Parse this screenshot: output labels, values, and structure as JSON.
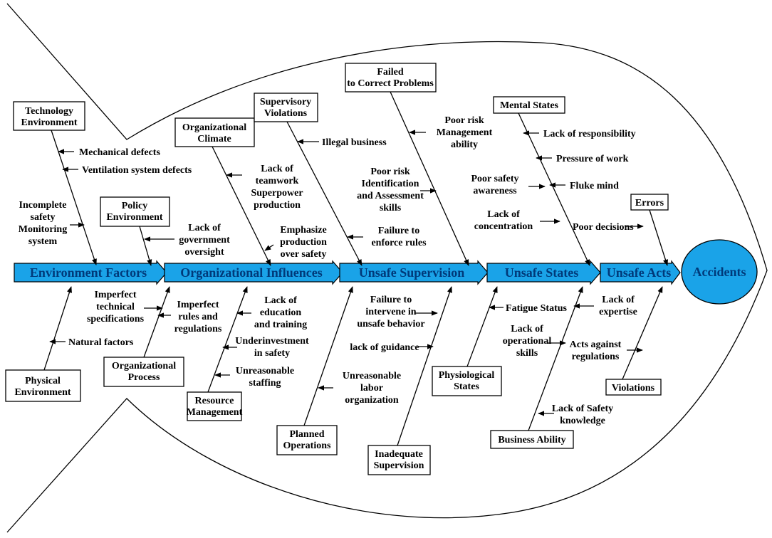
{
  "colors": {
    "spine_fill": "#1aa3e8",
    "spine_text": "#003a7a",
    "head_fill": "#1aa3e8",
    "outline": "#000000"
  },
  "spine": [
    {
      "id": "environment",
      "label": "Environment Factors"
    },
    {
      "id": "organizational",
      "label": "Organizational Influences"
    },
    {
      "id": "supervision",
      "label": "Unsafe Supervision"
    },
    {
      "id": "states",
      "label": "Unsafe States"
    },
    {
      "id": "acts",
      "label": "Unsafe Acts"
    }
  ],
  "head": {
    "label": "Accidents"
  },
  "categories": [
    {
      "id": "technology",
      "lines": [
        "Technology",
        "Environment"
      ]
    },
    {
      "id": "policy",
      "lines": [
        "Policy",
        "Environment"
      ]
    },
    {
      "id": "org-climate",
      "lines": [
        "Organizational",
        "Climate"
      ]
    },
    {
      "id": "supervisory-violations",
      "lines": [
        "Supervisory",
        "Violations"
      ]
    },
    {
      "id": "failed-correct",
      "lines": [
        "Failed",
        "to Correct Problems"
      ]
    },
    {
      "id": "mental",
      "lines": [
        "Mental States"
      ]
    },
    {
      "id": "errors",
      "lines": [
        "Errors"
      ]
    },
    {
      "id": "physical",
      "lines": [
        "Physical",
        "Environment"
      ]
    },
    {
      "id": "org-process",
      "lines": [
        "Organizational",
        "Process"
      ]
    },
    {
      "id": "resource",
      "lines": [
        "Resource",
        "Management"
      ]
    },
    {
      "id": "planned",
      "lines": [
        "Planned",
        "Operations"
      ]
    },
    {
      "id": "inadequate",
      "lines": [
        "Inadequate",
        "Supervision"
      ]
    },
    {
      "id": "physiological",
      "lines": [
        "Physiological",
        "States"
      ]
    },
    {
      "id": "business",
      "lines": [
        "Business Ability"
      ]
    },
    {
      "id": "violations",
      "lines": [
        "Violations"
      ]
    }
  ],
  "causes": [
    {
      "id": "mechanical",
      "lines": [
        "Mechanical defects"
      ]
    },
    {
      "id": "ventilation",
      "lines": [
        "Ventilation system defects"
      ]
    },
    {
      "id": "monitoring",
      "lines": [
        "Incomplete",
        "safety",
        "Monitoring",
        "system"
      ]
    },
    {
      "id": "oversight",
      "lines": [
        "Lack of",
        "government",
        "oversight"
      ]
    },
    {
      "id": "teamwork",
      "lines": [
        "Lack of",
        "teamwork",
        "Superpower",
        "production"
      ]
    },
    {
      "id": "emphasize",
      "lines": [
        "Emphasize",
        "production",
        "over safety"
      ]
    },
    {
      "id": "illegal",
      "lines": [
        "Illegal business"
      ]
    },
    {
      "id": "poor-risk-mgmt",
      "lines": [
        "Poor risk",
        "Management",
        "ability"
      ]
    },
    {
      "id": "poor-risk-id",
      "lines": [
        "Poor risk",
        "Identification",
        "and Assessment",
        "skills"
      ]
    },
    {
      "id": "enforce",
      "lines": [
        "Failure to",
        "enforce rules"
      ]
    },
    {
      "id": "responsibility",
      "lines": [
        "Lack of responsibility"
      ]
    },
    {
      "id": "pressure",
      "lines": [
        "Pressure of work"
      ]
    },
    {
      "id": "awareness",
      "lines": [
        "Poor safety",
        "awareness"
      ]
    },
    {
      "id": "fluke",
      "lines": [
        "Fluke mind"
      ]
    },
    {
      "id": "concentration",
      "lines": [
        "Lack of",
        "concentration"
      ]
    },
    {
      "id": "decisions",
      "lines": [
        "Poor decisions"
      ]
    },
    {
      "id": "specifications",
      "lines": [
        "Imperfect",
        "technical",
        "specifications"
      ]
    },
    {
      "id": "natural",
      "lines": [
        "Natural factors"
      ]
    },
    {
      "id": "rules-regs",
      "lines": [
        "Imperfect",
        "rules and",
        "regulations"
      ]
    },
    {
      "id": "education",
      "lines": [
        "Lack of",
        "education",
        "and training"
      ]
    },
    {
      "id": "underinvestment",
      "lines": [
        "Underinvestment",
        "in safety"
      ]
    },
    {
      "id": "staffing",
      "lines": [
        "Unreasonable",
        "staffing"
      ]
    },
    {
      "id": "intervene",
      "lines": [
        "Failure to",
        "intervene in",
        "unsafe behavior"
      ]
    },
    {
      "id": "guidance",
      "lines": [
        "lack of guidance"
      ]
    },
    {
      "id": "labor",
      "lines": [
        "Unreasonable",
        "labor",
        "organization"
      ]
    },
    {
      "id": "fatigue",
      "lines": [
        "Fatigue Status"
      ]
    },
    {
      "id": "operational",
      "lines": [
        "Lack of",
        "operational",
        "skills"
      ]
    },
    {
      "id": "expertise",
      "lines": [
        "Lack of",
        "expertise"
      ]
    },
    {
      "id": "against-regs",
      "lines": [
        "Acts against",
        "regulations"
      ]
    },
    {
      "id": "safety-knowledge",
      "lines": [
        "Lack of Safety",
        "knowledge"
      ]
    }
  ]
}
